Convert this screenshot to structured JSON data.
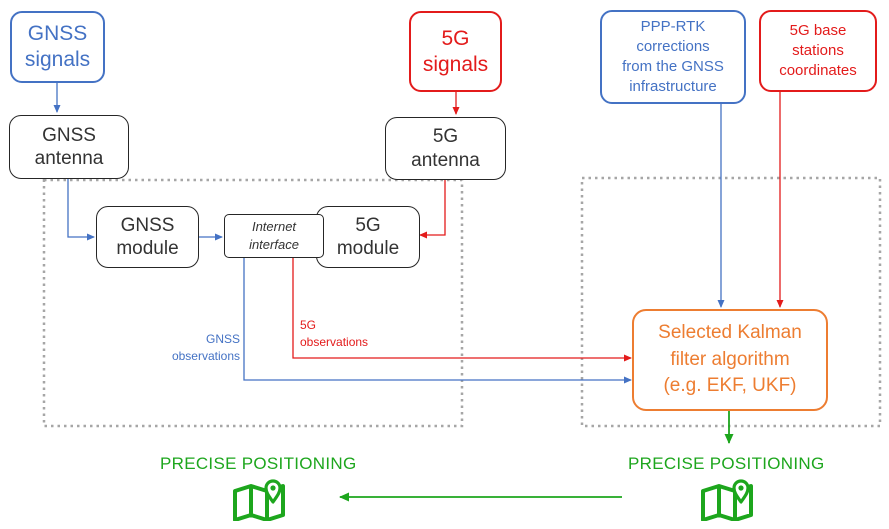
{
  "boxes": {
    "gnss_signals": "GNSS\nsignals",
    "fiveg_signals": "5G\nsignals",
    "ppp_rtk": "PPP-RTK\ncorrections\nfrom the GNSS\ninfrastructure",
    "fiveg_bs": "5G base\nstations\ncoordinates",
    "gnss_antenna": "GNSS\nantenna",
    "fiveg_antenna": "5G\nantenna",
    "gnss_module": "GNSS\nmodule",
    "internet_interface": "Internet\ninterface",
    "fiveg_module": "5G\nmodule",
    "kalman": "Selected Kalman\nfilter algorithm\n(e.g. EKF, UKF)"
  },
  "labels": {
    "gnss_observations": "GNSS\nobservations",
    "fiveg_observations": "5G\nobservations"
  },
  "outputs": {
    "left_title": "PRECISE POSITIONING",
    "right_title": "PRECISE POSITIONING"
  },
  "icons": {
    "left": "map-location-icon",
    "right": "map-location-icon"
  },
  "colors": {
    "gnss": "#4472c4",
    "fiveg": "#e31b1b",
    "kalman": "#ed7d31",
    "output": "#1da61d",
    "dashed_border": "#a6a6a6"
  }
}
